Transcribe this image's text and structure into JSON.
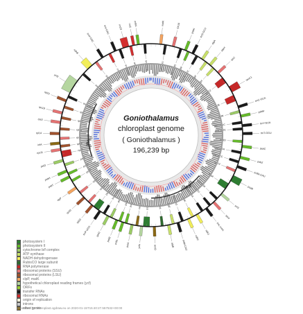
{
  "genome": {
    "title": "Goniothalamus",
    "subtitle": "chloroplast genome",
    "subtitle2": "( Goniothalamus )",
    "size": "196,239 bp"
  },
  "regions": [
    "IRA",
    "IRB"
  ],
  "legend": [
    {
      "label": "photosystem I",
      "color": "#2e7d32"
    },
    {
      "label": "photosystem II",
      "color": "#66bb2a"
    },
    {
      "label": "cytochrome b/f complex",
      "color": "#9ccc65"
    },
    {
      "label": "ATP synthase",
      "color": "#c8e06a"
    },
    {
      "label": "NADH dehydrogenase",
      "color": "#f2ee5a"
    },
    {
      "label": "RubisCO large subunit",
      "color": "#2f6b2f"
    },
    {
      "label": "RNA polymerase",
      "color": "#c62828"
    },
    {
      "label": "ribosomal proteins (SSU)",
      "color": "#e57373"
    },
    {
      "label": "ribosomal proteins (LSU)",
      "color": "#a0522d"
    },
    {
      "label": "clpP, matK",
      "color": "#f4a460"
    },
    {
      "label": "hypothetical chloroplast reading frames (ycf)",
      "color": "#b5d6a0"
    },
    {
      "label": "ORFs",
      "color": "#9acd32"
    },
    {
      "label": "transfer RNAs",
      "color": "#1a1a1a"
    },
    {
      "label": "ribosomal RNAs",
      "color": "#d32f2f"
    },
    {
      "label": "origin of replication",
      "color": "#fff8dc"
    },
    {
      "label": "introns",
      "color": "#c9c9c9"
    },
    {
      "label": "other genes",
      "color": "#8b6914"
    }
  ],
  "footer": "generated by chloroplast.ogdraw.eu on 2020-01-15T15:40:27.557532+00:00",
  "genes": {
    "outer": [
      {
        "name": "psbA",
        "deg": 352,
        "color": "#66bb2a"
      },
      {
        "name": "trnH-GUG",
        "deg": 356,
        "color": "#1a1a1a"
      },
      {
        "name": "matK",
        "deg": 6,
        "color": "#f4a460"
      },
      {
        "name": "trnK-UUU",
        "deg": 9,
        "color": "#1a1a1a"
      },
      {
        "name": "rps16",
        "deg": 14,
        "color": "#e57373"
      },
      {
        "name": "trnQ-UUG",
        "deg": 19,
        "color": "#1a1a1a"
      },
      {
        "name": "psbK",
        "deg": 22,
        "color": "#66bb2a"
      },
      {
        "name": "psbI",
        "deg": 24,
        "color": "#66bb2a"
      },
      {
        "name": "trnS-GCU",
        "deg": 27,
        "color": "#1a1a1a"
      },
      {
        "name": "trnG-UCC",
        "deg": 30,
        "color": "#1a1a1a"
      },
      {
        "name": "atpA",
        "deg": 34,
        "color": "#c8e06a"
      },
      {
        "name": "atpF",
        "deg": 37,
        "color": "#c8e06a"
      },
      {
        "name": "atpH",
        "deg": 40,
        "color": "#c8e06a"
      },
      {
        "name": "atpI",
        "deg": 43,
        "color": "#c8e06a"
      },
      {
        "name": "rps2",
        "deg": 47,
        "color": "#e57373"
      },
      {
        "name": "rpoC2",
        "deg": 53,
        "color": "#c62828"
      },
      {
        "name": "rpoC1",
        "deg": 60,
        "color": "#c62828"
      },
      {
        "name": "rpoB",
        "deg": 66,
        "color": "#c62828"
      },
      {
        "name": "trnC-GCA",
        "deg": 72,
        "color": "#1a1a1a"
      },
      {
        "name": "petN",
        "deg": 75,
        "color": "#9ccc65"
      },
      {
        "name": "psbM",
        "deg": 78,
        "color": "#66bb2a"
      },
      {
        "name": "trnD-GUC",
        "deg": 82,
        "color": "#1a1a1a"
      },
      {
        "name": "trnY-GUA",
        "deg": 84,
        "color": "#1a1a1a"
      },
      {
        "name": "trnE-UUC",
        "deg": 86,
        "color": "#1a1a1a"
      },
      {
        "name": "trnT-GGU",
        "deg": 89,
        "color": "#1a1a1a"
      },
      {
        "name": "psbD",
        "deg": 94,
        "color": "#66bb2a"
      },
      {
        "name": "psbC",
        "deg": 97,
        "color": "#66bb2a"
      },
      {
        "name": "trnS-UGA",
        "deg": 101,
        "color": "#1a1a1a"
      },
      {
        "name": "psbZ",
        "deg": 104,
        "color": "#66bb2a"
      },
      {
        "name": "trnG-GCC",
        "deg": 107,
        "color": "#1a1a1a"
      },
      {
        "name": "trnfM-CAU",
        "deg": 110,
        "color": "#1a1a1a"
      },
      {
        "name": "rps14",
        "deg": 113,
        "color": "#e57373"
      },
      {
        "name": "psaB",
        "deg": 118,
        "color": "#2e7d32"
      },
      {
        "name": "psaA",
        "deg": 124,
        "color": "#2e7d32"
      },
      {
        "name": "ycf3",
        "deg": 130,
        "color": "#b5d6a0"
      },
      {
        "name": "trnS-GGA",
        "deg": 134,
        "color": "#1a1a1a"
      },
      {
        "name": "rps4",
        "deg": 137,
        "color": "#e57373"
      },
      {
        "name": "trnT-UGU",
        "deg": 140,
        "color": "#1a1a1a"
      },
      {
        "name": "trnL-UAA",
        "deg": 143,
        "color": "#1a1a1a"
      },
      {
        "name": "trnF-GAA",
        "deg": 146,
        "color": "#1a1a1a"
      },
      {
        "name": "ndhJ",
        "deg": 150,
        "color": "#f2ee5a"
      },
      {
        "name": "ndhK",
        "deg": 153,
        "color": "#f2ee5a"
      },
      {
        "name": "ndhC",
        "deg": 156,
        "color": "#f2ee5a"
      },
      {
        "name": "trnV-UAC",
        "deg": 160,
        "color": "#1a1a1a"
      },
      {
        "name": "trnM-CAU",
        "deg": 163,
        "color": "#1a1a1a"
      },
      {
        "name": "atpE",
        "deg": 166,
        "color": "#c8e06a"
      },
      {
        "name": "atpB",
        "deg": 169,
        "color": "#c8e06a"
      },
      {
        "name": "rbcL",
        "deg": 173,
        "color": "#2f6b2f"
      },
      {
        "name": "accD",
        "deg": 178,
        "color": "#8b6914"
      },
      {
        "name": "psaI",
        "deg": 183,
        "color": "#2e7d32"
      },
      {
        "name": "ycf4",
        "deg": 186,
        "color": "#b5d6a0"
      },
      {
        "name": "cemA",
        "deg": 189,
        "color": "#8b6914"
      },
      {
        "name": "petA",
        "deg": 192,
        "color": "#9ccc65"
      },
      {
        "name": "psbJ",
        "deg": 196,
        "color": "#66bb2a"
      },
      {
        "name": "psbL",
        "deg": 198,
        "color": "#66bb2a"
      },
      {
        "name": "psbF",
        "deg": 200,
        "color": "#66bb2a"
      },
      {
        "name": "psbE",
        "deg": 202,
        "color": "#66bb2a"
      },
      {
        "name": "petL",
        "deg": 206,
        "color": "#9ccc65"
      },
      {
        "name": "petG",
        "deg": 208,
        "color": "#9ccc65"
      },
      {
        "name": "trnW-CCA",
        "deg": 211,
        "color": "#1a1a1a"
      },
      {
        "name": "trnP-UGG",
        "deg": 214,
        "color": "#1a1a1a"
      },
      {
        "name": "psaJ",
        "deg": 217,
        "color": "#2e7d32"
      },
      {
        "name": "rpl33",
        "deg": 220,
        "color": "#a0522d"
      },
      {
        "name": "rps18",
        "deg": 223,
        "color": "#e57373"
      },
      {
        "name": "rpl20",
        "deg": 227,
        "color": "#a0522d"
      },
      {
        "name": "rps12",
        "deg": 231,
        "color": "#e57373"
      },
      {
        "name": "clpP",
        "deg": 235,
        "color": "#f4a460"
      },
      {
        "name": "psbB",
        "deg": 240,
        "color": "#66bb2a"
      },
      {
        "name": "psbT",
        "deg": 243,
        "color": "#66bb2a"
      },
      {
        "name": "psbN",
        "deg": 245,
        "color": "#66bb2a"
      },
      {
        "name": "psbH",
        "deg": 247,
        "color": "#66bb2a"
      },
      {
        "name": "petB",
        "deg": 251,
        "color": "#9ccc65"
      },
      {
        "name": "petD",
        "deg": 254,
        "color": "#9ccc65"
      },
      {
        "name": "rpoA",
        "deg": 258,
        "color": "#c62828"
      },
      {
        "name": "rps11",
        "deg": 261,
        "color": "#e57373"
      },
      {
        "name": "rpl36",
        "deg": 263,
        "color": "#a0522d"
      },
      {
        "name": "infA",
        "deg": 265,
        "color": "#8b6914"
      },
      {
        "name": "rps8",
        "deg": 268,
        "color": "#e57373"
      },
      {
        "name": "rpl14",
        "deg": 271,
        "color": "#a0522d"
      },
      {
        "name": "rpl16",
        "deg": 274,
        "color": "#a0522d"
      },
      {
        "name": "rps3",
        "deg": 278,
        "color": "#e57373"
      },
      {
        "name": "rpl22",
        "deg": 281,
        "color": "#a0522d"
      },
      {
        "name": "rps19",
        "deg": 284,
        "color": "#e57373"
      },
      {
        "name": "rpl2",
        "deg": 288,
        "color": "#a0522d"
      },
      {
        "name": "rpl23",
        "deg": 292,
        "color": "#a0522d"
      },
      {
        "name": "trnI-CAU",
        "deg": 295,
        "color": "#1a1a1a"
      },
      {
        "name": "ycf2",
        "deg": 302,
        "color": "#b5d6a0"
      },
      {
        "name": "trnL-CAA",
        "deg": 312,
        "color": "#1a1a1a"
      },
      {
        "name": "ndhB",
        "deg": 318,
        "color": "#f2ee5a"
      },
      {
        "name": "rps7",
        "deg": 323,
        "color": "#e57373"
      },
      {
        "name": "trnV-GAC",
        "deg": 328,
        "color": "#1a1a1a"
      },
      {
        "name": "rrn16",
        "deg": 333,
        "color": "#d32f2f"
      },
      {
        "name": "trnI-GAU",
        "deg": 337,
        "color": "#1a1a1a"
      },
      {
        "name": "trnA-UGC",
        "deg": 340,
        "color": "#1a1a1a"
      },
      {
        "name": "rrn23",
        "deg": 344,
        "color": "#d32f2f"
      },
      {
        "name": "rrn4.5",
        "deg": 347,
        "color": "#d32f2f"
      },
      {
        "name": "rrn5",
        "deg": 349,
        "color": "#d32f2f"
      }
    ]
  }
}
